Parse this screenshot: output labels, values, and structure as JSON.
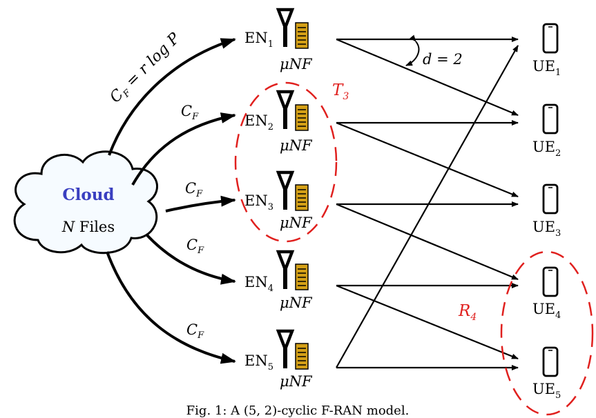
{
  "cloud": {
    "title": "Cloud",
    "files_label_n": "N",
    "files_label": " Files",
    "title_color": "#3a3fc0",
    "fill_color": "#f6fbff"
  },
  "fronthaul": {
    "first_label_lhs": "C",
    "first_label_sub": "F",
    "first_label_rhs": " = r log P",
    "label_base": "C",
    "label_sub": "F"
  },
  "edge_nodes": [
    {
      "name": "EN",
      "index": "1",
      "cache": "μNF"
    },
    {
      "name": "EN",
      "index": "2",
      "cache": "μNF"
    },
    {
      "name": "EN",
      "index": "3",
      "cache": "μNF"
    },
    {
      "name": "EN",
      "index": "4",
      "cache": "μNF"
    },
    {
      "name": "EN",
      "index": "5",
      "cache": "μNF"
    }
  ],
  "users": [
    {
      "name": "UE",
      "index": "1"
    },
    {
      "name": "UE",
      "index": "2"
    },
    {
      "name": "UE",
      "index": "3"
    },
    {
      "name": "UE",
      "index": "4"
    },
    {
      "name": "UE",
      "index": "5"
    }
  ],
  "degree_label": "d = 2",
  "transmitter_set_label": {
    "base": "T",
    "sub": "3"
  },
  "receiver_set_label": {
    "base": "R",
    "sub": "4"
  },
  "colors": {
    "highlight": "#e0201e",
    "cache_fill": "#d4a017",
    "ink": "#000000"
  },
  "caption": "Fig. 1: A (5, 2)-cyclic F-RAN model."
}
